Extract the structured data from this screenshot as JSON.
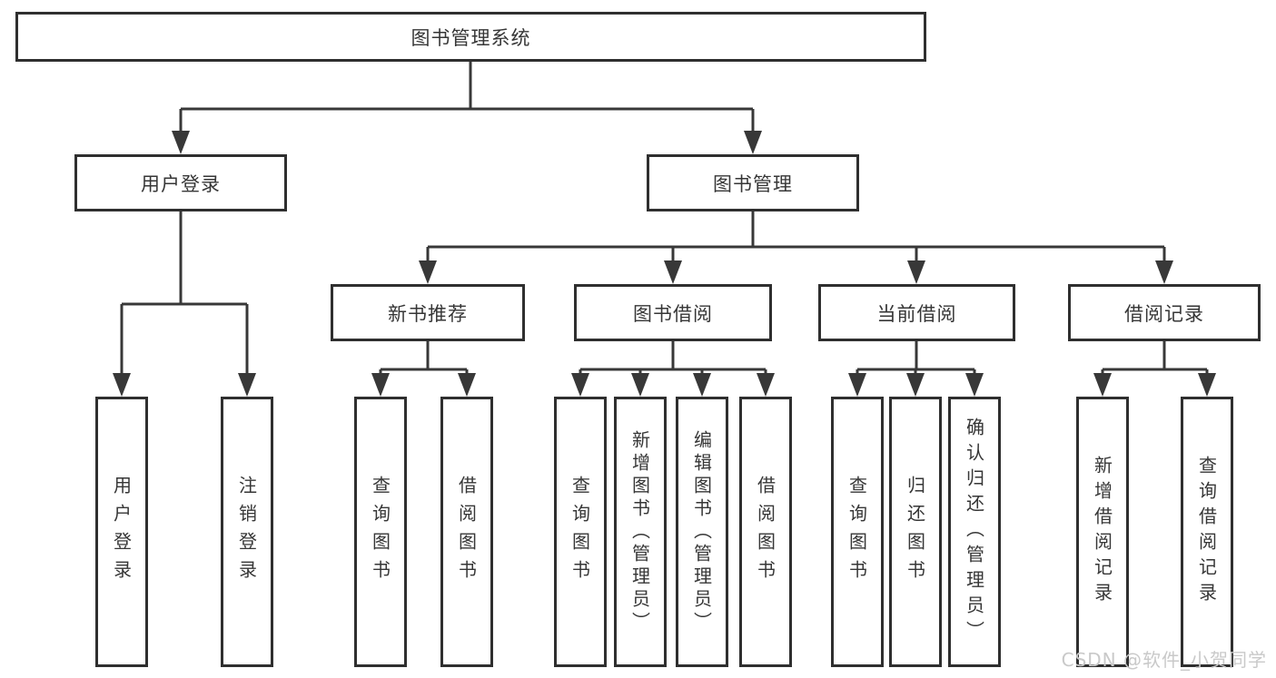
{
  "diagram": {
    "type": "hierarchy-tree",
    "root": {
      "label": "图书管理系统"
    },
    "level2": [
      {
        "label": "用户登录"
      },
      {
        "label": "图书管理"
      }
    ],
    "level3": [
      {
        "label": "新书推荐",
        "parent": "图书管理"
      },
      {
        "label": "图书借阅",
        "parent": "图书管理"
      },
      {
        "label": "当前借阅",
        "parent": "图书管理"
      },
      {
        "label": "借阅记录",
        "parent": "图书管理"
      }
    ],
    "leaves": [
      {
        "label": "用户登录",
        "parent": "用户登录"
      },
      {
        "label": "注销登录",
        "parent": "用户登录"
      },
      {
        "label": "查询图书",
        "parent": "新书推荐"
      },
      {
        "label": "借阅图书",
        "parent": "新书推荐"
      },
      {
        "label": "查询图书",
        "parent": "图书借阅"
      },
      {
        "label": "新增图书（管理员）",
        "parent": "图书借阅"
      },
      {
        "label": "编辑图书（管理员）",
        "parent": "图书借阅"
      },
      {
        "label": "借阅图书",
        "parent": "图书借阅"
      },
      {
        "label": "查询图书",
        "parent": "当前借阅"
      },
      {
        "label": "归还图书",
        "parent": "当前借阅"
      },
      {
        "label": "确认归还（管理员）",
        "parent": "当前借阅"
      },
      {
        "label": "新增借阅记录",
        "parent": "借阅记录"
      },
      {
        "label": "查询借阅记录",
        "parent": "借阅记录"
      }
    ],
    "colors": {
      "line": "#383838",
      "box_border": "#2f2f2f",
      "text": "#363636",
      "watermark": "#c9c9c9",
      "background": "#ffffff"
    },
    "watermark": "CSDN @软件_小贺同学"
  }
}
